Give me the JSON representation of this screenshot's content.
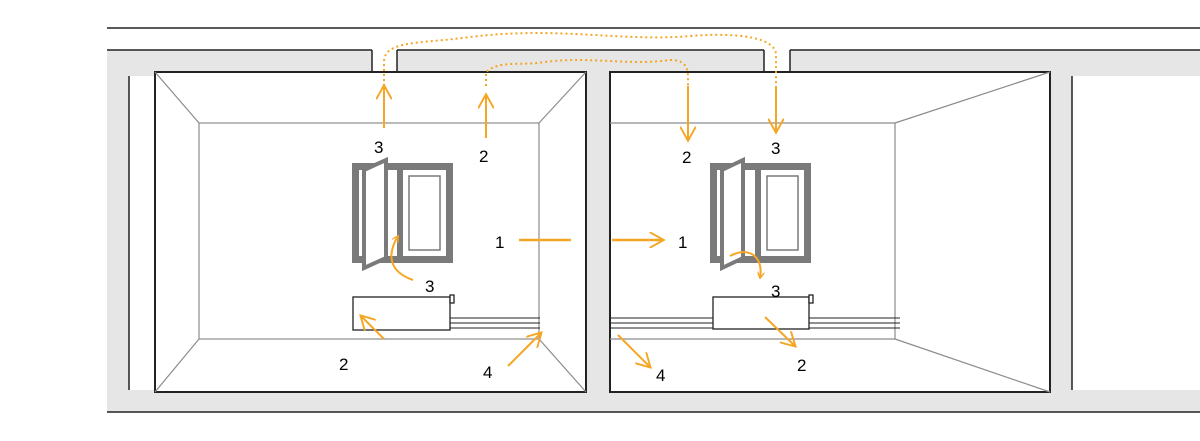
{
  "colors": {
    "arrow": "#F5A623",
    "wall_fill": "#E6E6E6",
    "line": "#222222",
    "inner_line": "#8C8C8C",
    "window_frame": "#7A7A7A",
    "glass": "#FFFFFF"
  },
  "labels": {
    "left_room": {
      "ceiling_exhaust": "3",
      "ceiling_supply": "2",
      "door_transfer": "1",
      "window_vent": "3",
      "radiator": "2",
      "floor_duct": "4"
    },
    "right_room": {
      "ceiling_supply": "2",
      "ceiling_exhaust": "3",
      "door_transfer": "1",
      "window_vent": "3",
      "radiator": "2",
      "floor_duct": "4"
    }
  }
}
